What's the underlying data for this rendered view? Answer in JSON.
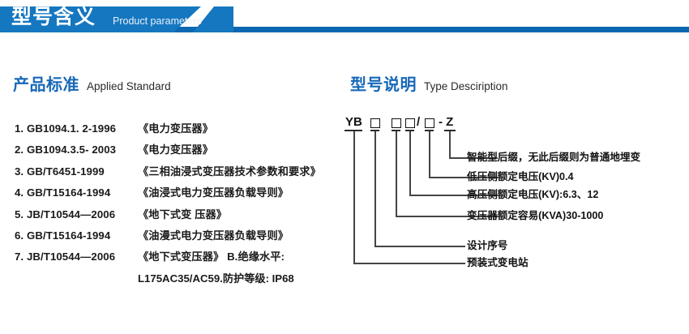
{
  "banner": {
    "title_cn": "型号含义",
    "title_en": "Product parameters",
    "bg_color": "#1577c0",
    "rail_color": "#0a68b3"
  },
  "sections": {
    "left": {
      "heading_cn": "产品标准",
      "heading_en": "Applied Standard",
      "accent_color": "#1668b8",
      "items": [
        {
          "code": "1. GB1094.1. 2-1996",
          "name": "《电力变压器》"
        },
        {
          "code": "2. GB1094.3.5- 2003",
          "name": "《电力变压器》"
        },
        {
          "code": "3. GB/T6451-1999",
          "name": "《三相油浸式变压器技术参数和要求》"
        },
        {
          "code": "4. GB/T15164-1994",
          "name": "《油浸式电力变压器负载导则》"
        },
        {
          "code": "5. JB/T10544—2006",
          "name": "《地下式变 压器》"
        },
        {
          "code": "6. GB/T15164-1994",
          "name": "《油漫式电力变压器负载导则》"
        },
        {
          "code": "7. JB/T10544—2006",
          "name": "《地下式变压器》 B.绝缘水平:"
        }
      ],
      "continuation": "L175AC35/AC59.防护等级: IP68"
    },
    "right": {
      "heading_cn": "型号说明",
      "heading_en": "Type Desciription",
      "accent_color": "#1668b8",
      "code_tokens": [
        {
          "type": "text",
          "value": "YB"
        },
        {
          "type": "box",
          "value": ""
        },
        {
          "type": "box",
          "value": ""
        },
        {
          "type": "box",
          "value": ""
        },
        {
          "type": "text",
          "value": "/"
        },
        {
          "type": "box",
          "value": ""
        },
        {
          "type": "text",
          "value": "- Z"
        }
      ],
      "callouts": [
        {
          "id": "suffix",
          "label": "智能型后缀，无此后缀则为普通地埋变"
        },
        {
          "id": "lv-voltage",
          "label": "低压侧额定电压(KV)0.4"
        },
        {
          "id": "hv-voltage",
          "label": "高压侧额定电压(KV):6.3、12"
        },
        {
          "id": "capacity",
          "label": "变压器额定容易(KVA)30-1000"
        },
        {
          "id": "design-serial",
          "label": "设计序号"
        },
        {
          "id": "substation",
          "label": "预装式变电站"
        }
      ]
    }
  }
}
